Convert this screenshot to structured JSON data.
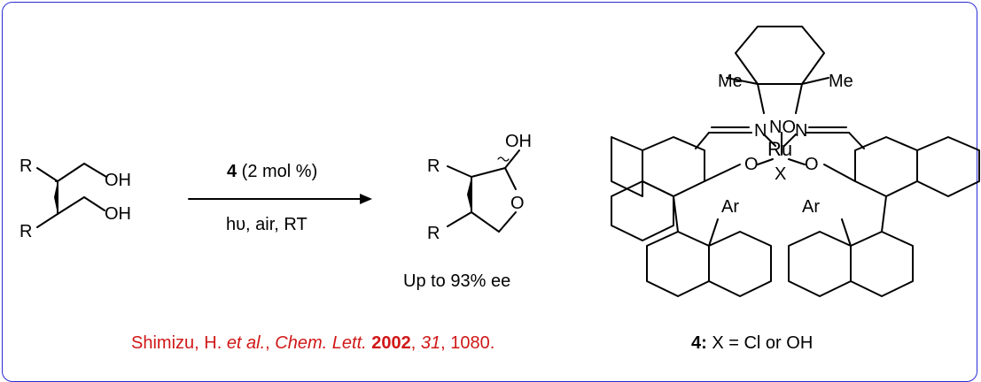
{
  "reaction": {
    "catalyst_number": "4",
    "catalyst_loading": " (2 mol %)",
    "conditions": "hυ, air, RT",
    "result": "Up to 93% ee"
  },
  "substrate": {
    "labels": {
      "r1": "R",
      "r2": "R",
      "oh1": "OH",
      "oh2": "OH"
    }
  },
  "product": {
    "labels": {
      "r1": "R",
      "r2": "R",
      "oh": "OH",
      "o": "O"
    }
  },
  "catalyst": {
    "labels": {
      "me1": "Me",
      "me2": "Me",
      "n1": "N",
      "n2": "N",
      "no": "NO",
      "ru": "Ru",
      "o1": "O",
      "o2": "O",
      "x": "X",
      "ar1": "Ar",
      "ar2": "Ar"
    },
    "caption_number": "4:",
    "caption_text": " X = Cl or OH"
  },
  "citation": {
    "authors": "Shimizu, H. ",
    "etal": "et al.",
    "sep1": ", ",
    "journal": "Chem. Lett.",
    "sep2": " ",
    "year": "2002",
    "sep3": ", ",
    "volume": "31",
    "pages": ", 1080."
  },
  "colors": {
    "frame": "#2b2bd6",
    "citation": "#d01717"
  }
}
